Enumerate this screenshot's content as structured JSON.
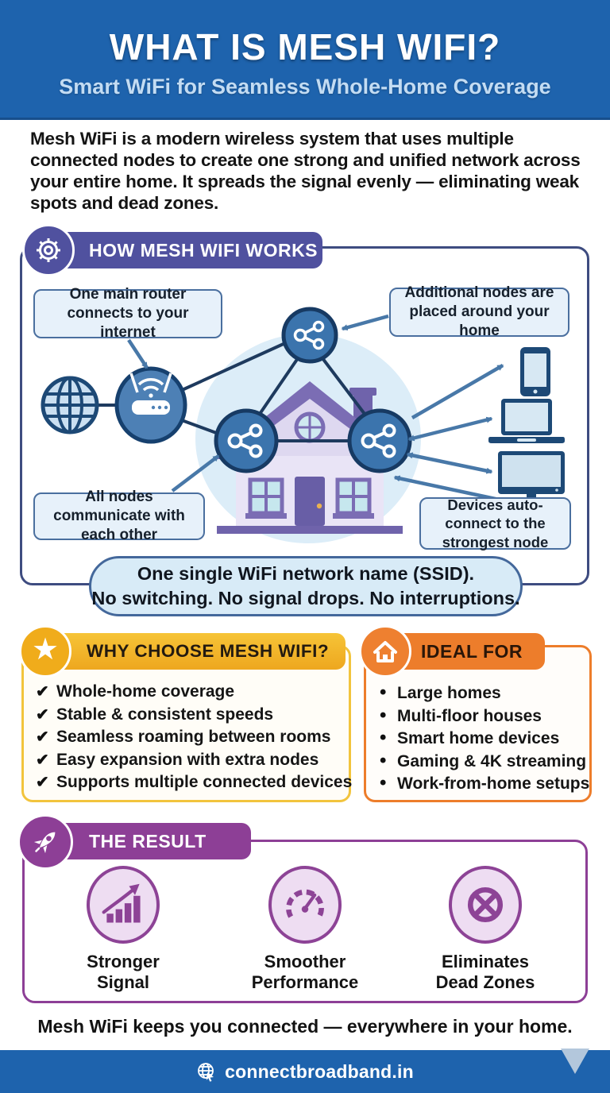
{
  "header": {
    "title": "WHAT IS MESH WIFI?",
    "subtitle": "Smart WiFi for Seamless Whole-Home Coverage"
  },
  "intro": {
    "text": "Mesh WiFi is a modern wireless system that uses multiple connected nodes to create one strong and unified network across your entire home. It spreads the signal evenly — eliminating weak spots and dead zones."
  },
  "how": {
    "heading": "HOW MESH WIFI WORKS",
    "callout_router": "One main router connects to your internet",
    "callout_nodes": "Additional nodes are placed around your home",
    "callout_communicate": "All nodes communicate with each other",
    "callout_devices": "Devices auto-connect to the strongest node",
    "ssid_line1": "One single WiFi network name (SSID).",
    "ssid_line2": "No switching. No signal drops. No interruptions."
  },
  "why": {
    "heading": "WHY CHOOSE MESH WIFI?",
    "marker": "✔",
    "items": [
      "Whole-home coverage",
      "Stable & consistent speeds",
      "Seamless roaming between rooms",
      "Easy expansion with extra nodes",
      "Supports multiple connected devices"
    ]
  },
  "ideal": {
    "heading": "IDEAL FOR",
    "marker": "•",
    "items": [
      "Large homes",
      "Multi-floor houses",
      "Smart home devices",
      "Gaming & 4K streaming",
      "Work-from-home setups"
    ]
  },
  "result": {
    "heading": "THE RESULT",
    "items": [
      {
        "line1": "Stronger",
        "line2": "Signal",
        "icon": "signal-growth-icon"
      },
      {
        "line1": "Smoother",
        "line2": "Performance",
        "icon": "speedometer-icon"
      },
      {
        "line1": "Eliminates",
        "line2": "Dead Zones",
        "icon": "no-dead-zone-icon"
      }
    ]
  },
  "outro": {
    "text": "Mesh WiFi keeps you connected — everywhere in your home."
  },
  "footer": {
    "site": "connectbroadband.in"
  },
  "icons": {
    "section_how": "gear-icon",
    "section_why": "star-icon",
    "section_ideal": "home-icon",
    "section_result": "rocket-icon",
    "footer": "globe-cursor-icon"
  },
  "colors": {
    "header_blue": "#1e63ad",
    "indigo_pill": "#50519f",
    "diagram_border": "#3e4c80",
    "callout_fill": "#e7f1fa",
    "steel_blue": "#4878a8",
    "node_blue": "#3b74ad",
    "yellow": "#f0b028",
    "orange": "#ed7d2b",
    "purple": "#8d3f96",
    "result_fill": "#eeddf2",
    "house_purple": "#7b6db4",
    "footer_blue": "#1e63ad"
  }
}
